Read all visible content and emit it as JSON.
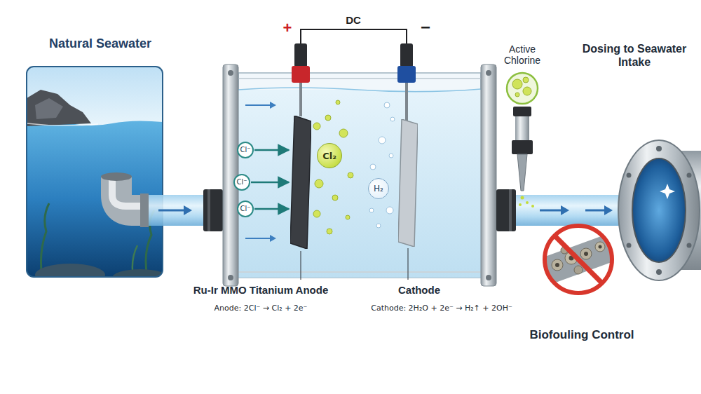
{
  "diagram": {
    "nodes": [
      {
        "text": [
          "Cl⁻"
        ]
      },
      {
        "text": [
          "Cl⁻"
        ]
      },
      {
        "text": [
          "Cl⁻"
        ]
      },
      {
        "text": [
          "Ru-Ir MMO Titanium Anode",
          "Anode: 2Cl⁻ → Cl₂ + 2e⁻"
        ]
      },
      {
        "text": [
          "Cl₂"
        ]
      },
      {
        "text": [
          "H₂"
        ]
      },
      {
        "text": [
          "Cathode",
          "Cathode: 2H₂O + 2e⁻ → H₂↑ + 2OH⁻"
        ]
      }
    ],
    "edges": [
      {
        "from": 0,
        "to": 3,
        "arrow": "to"
      },
      {
        "from": 1,
        "to": 3,
        "arrow": "to"
      },
      {
        "from": 2,
        "to": 3,
        "arrow": "to"
      }
    ],
    "labels": [
      "Natural Seawater",
      "DC",
      "+",
      "−",
      "Active Chlorine",
      "Dosing to Seawater Intake",
      "Biofouling Control"
    ]
  }
}
